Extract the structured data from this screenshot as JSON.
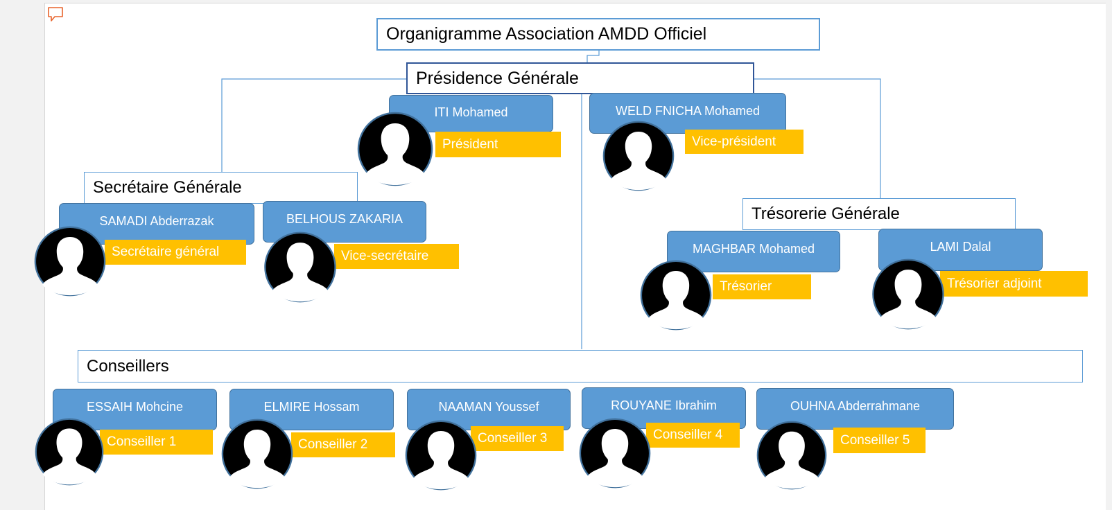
{
  "title": "Organigramme Association AMDD Officiel",
  "sections": {
    "presidence": "Présidence Générale",
    "secretaire": "Secrétaire Générale",
    "tresorerie": "Trésorerie Générale",
    "conseillers": "Conseillers"
  },
  "members": {
    "iti": {
      "name": "ITI Mohamed",
      "role": "Président"
    },
    "weld": {
      "name": "WELD FNICHA Mohamed",
      "role": "Vice-président"
    },
    "samadi": {
      "name": "SAMADI Abderrazak",
      "role": "Secrétaire général"
    },
    "belhous": {
      "name": "BELHOUS ZAKARIA",
      "role": "Vice-secrétaire"
    },
    "maghbar": {
      "name": "MAGHBAR Mohamed",
      "role": "Trésorier"
    },
    "lami": {
      "name": "LAMI Dalal",
      "role": "Trésorier adjoint"
    },
    "essaih": {
      "name": "ESSAIH Mohcine",
      "role": "Conseiller 1"
    },
    "elmire": {
      "name": "ELMIRE Hossam",
      "role": "Conseiller 2"
    },
    "naaman": {
      "name": "NAAMAN Youssef",
      "role": "Conseiller  3"
    },
    "rouyane": {
      "name": "ROUYANE Ibrahim",
      "role": "Conseiller 4"
    },
    "ouhna": {
      "name": "OUHNA Abderrahmane",
      "role": "Conseiller 5"
    }
  },
  "colors": {
    "accent": "#5b9bd5",
    "role_fill": "#ffc000",
    "line": "#5b9bd5"
  },
  "icons": {
    "avatar": "person-silhouette-icon",
    "comment": "comment-icon"
  }
}
